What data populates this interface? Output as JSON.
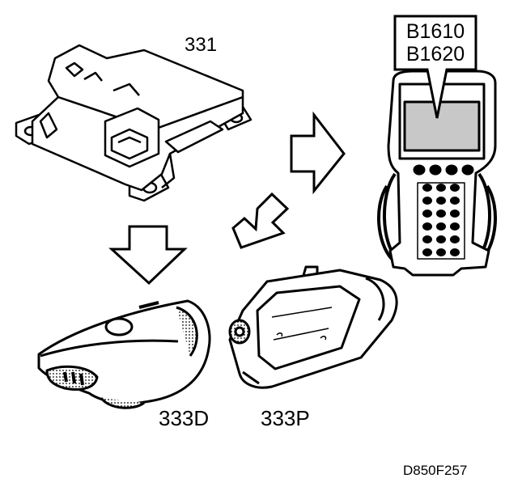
{
  "labels": {
    "control_module": "331",
    "driver_airbag": "333D",
    "passenger_airbag": "333P",
    "fault_code_1": "B1610",
    "fault_code_2": "B1620",
    "figure_id": "D850F257"
  },
  "colors": {
    "ink": "#000000",
    "paper": "#ffffff",
    "screen": "#c8c8c8"
  }
}
